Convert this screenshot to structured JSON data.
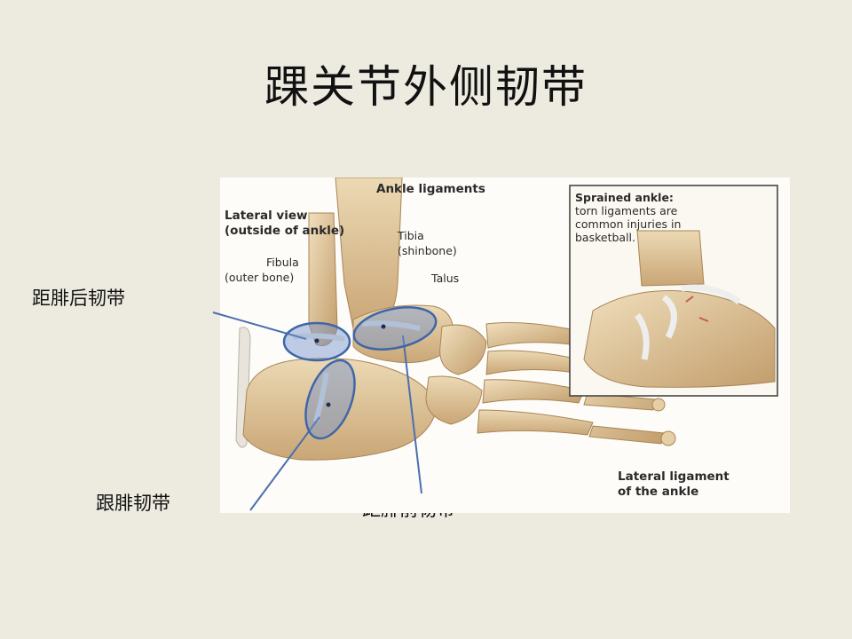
{
  "slide": {
    "title": "踝关节外侧韧带"
  },
  "callouts": {
    "posterior_talofibular": "距腓后韧带",
    "calcaneofibular": "跟腓韧带",
    "anterior_talofibular": "距腓前韧带"
  },
  "figure": {
    "heading": "Ankle ligaments",
    "view_line1": "Lateral view",
    "view_line2": "(outside of ankle)",
    "fibula_line1": "Fibula",
    "fibula_line2": "(outer bone)",
    "tibia_line1": "Tibia",
    "tibia_line2": "(shinbone)",
    "talus": "Talus",
    "caption_line1": "Lateral ligament",
    "caption_line2": "of the ankle",
    "inset": {
      "heading": "Sprained ankle:",
      "line1": "torn ligaments are",
      "line2": "common injuries in",
      "line3": "basketball."
    }
  },
  "colors": {
    "background": "#edeae0",
    "bone": "#dcc39a",
    "bone_shadow": "#b8976a",
    "ligament_highlight": "#3f66a8",
    "pointer_line": "#4a6fae"
  }
}
